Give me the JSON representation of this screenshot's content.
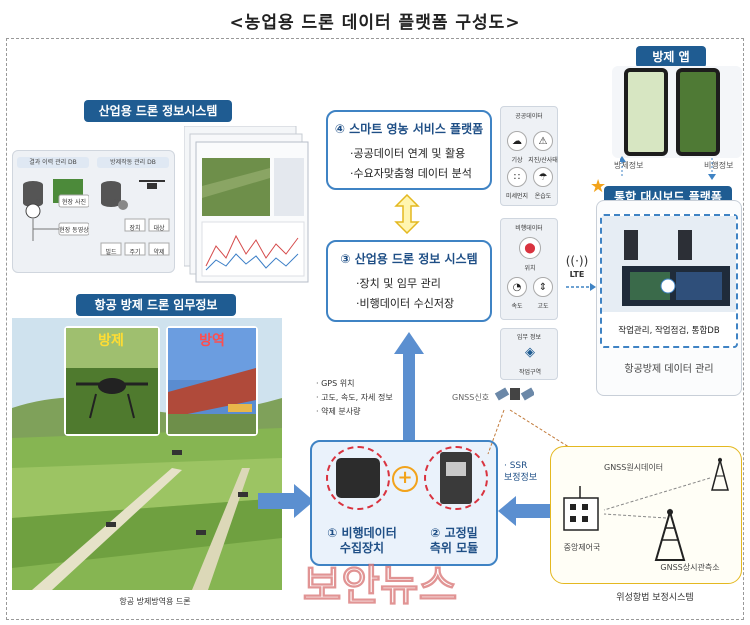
{
  "title": "<농업용 드론 데이터 플랫폼 구성도>",
  "info_system": {
    "header": "산업용 드론 정보시스템",
    "db1_label": "결과 이력 관리 DB",
    "db2_label": "방제작동 관리 DB",
    "db1_items": [
      "현장 사진",
      "현장 동영상"
    ],
    "db2_items": [
      "장치",
      "대상",
      "빌드",
      "주기",
      "약제"
    ]
  },
  "aerial_mission": {
    "header": "항공 방제 드론 임무정보",
    "photo1": "방제",
    "photo2": "방역",
    "caption": "항공 방제방역용 드론"
  },
  "smart_platform": {
    "title": "④  스마트 영농 서비스 플랫폼",
    "lines": [
      "·공공데이터 연계 및 활용",
      "·수요자맞춤형 데이터 분석"
    ]
  },
  "drone_info_system": {
    "title": "③  산업용 드론 정보 시스템",
    "lines": [
      "·장치 및 임무 관리",
      "·비행데이터 수신저장"
    ]
  },
  "telemetry_labels": [
    "· GPS 위치",
    "· 고도, 속도, 자세 정보",
    "· 약제 분사량"
  ],
  "device": {
    "label1": [
      "①  비행데이터",
      "수집장치"
    ],
    "label2": [
      "②  고정밀",
      "측위 모듈"
    ]
  },
  "public_data": {
    "header": "공공데이터",
    "items": [
      "기상",
      "지진/산사태",
      "미세먼지",
      "온습도"
    ]
  },
  "flight_data": {
    "header": "비행데이터",
    "items": [
      "위치",
      "속도",
      "고도"
    ]
  },
  "mission_info": {
    "header": "임무 정보",
    "item": "작업구역"
  },
  "gnss_signal": "GNSS신호",
  "ssr_label": [
    "· SSR",
    "보정정보"
  ],
  "lte_label": "LTE",
  "app": {
    "header": "방제 앱",
    "left_note": "방제정보",
    "right_note": "비행정보"
  },
  "dashboard": {
    "header": "통합 대시보드 플랫폼",
    "caption": "작업관리, 작업점검, 통합DB",
    "footer": "항공방제 데이터 관리"
  },
  "correction": {
    "gnss_source": "GNSS원시데이터",
    "center": "중앙제어국",
    "station": "GNSS상시관측소",
    "caption": "위성항법 보정시스템"
  },
  "watermark": "보안뉴스",
  "colors": {
    "accent": "#1f5c92",
    "card_border": "#3f83c4",
    "arrow": "#5b8fd0",
    "dashed_red": "#d9333f",
    "plus": "#f2a31b"
  }
}
